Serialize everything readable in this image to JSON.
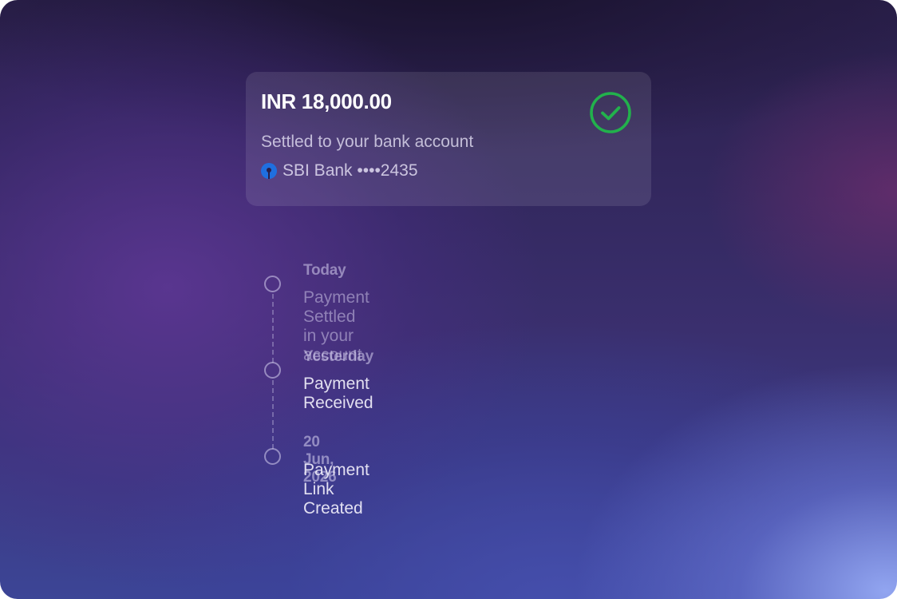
{
  "card": {
    "amount": "INR 18,000.00",
    "status_text": "Settled to your bank account",
    "bank_name": "SBI Bank ••••2435",
    "bank_logo_icon": "sbi-bank-logo",
    "status_icon": "check-circle-icon",
    "status_color": "#22b14c"
  },
  "timeline": {
    "events": [
      {
        "date": "Today",
        "title": "Payment Settled in your account",
        "state": "pending"
      },
      {
        "date": "Yesterday",
        "title": "Payment Received",
        "state": "done"
      },
      {
        "date": "20 Jun, 2026",
        "title": "Payment Link Created",
        "state": "done"
      }
    ]
  }
}
